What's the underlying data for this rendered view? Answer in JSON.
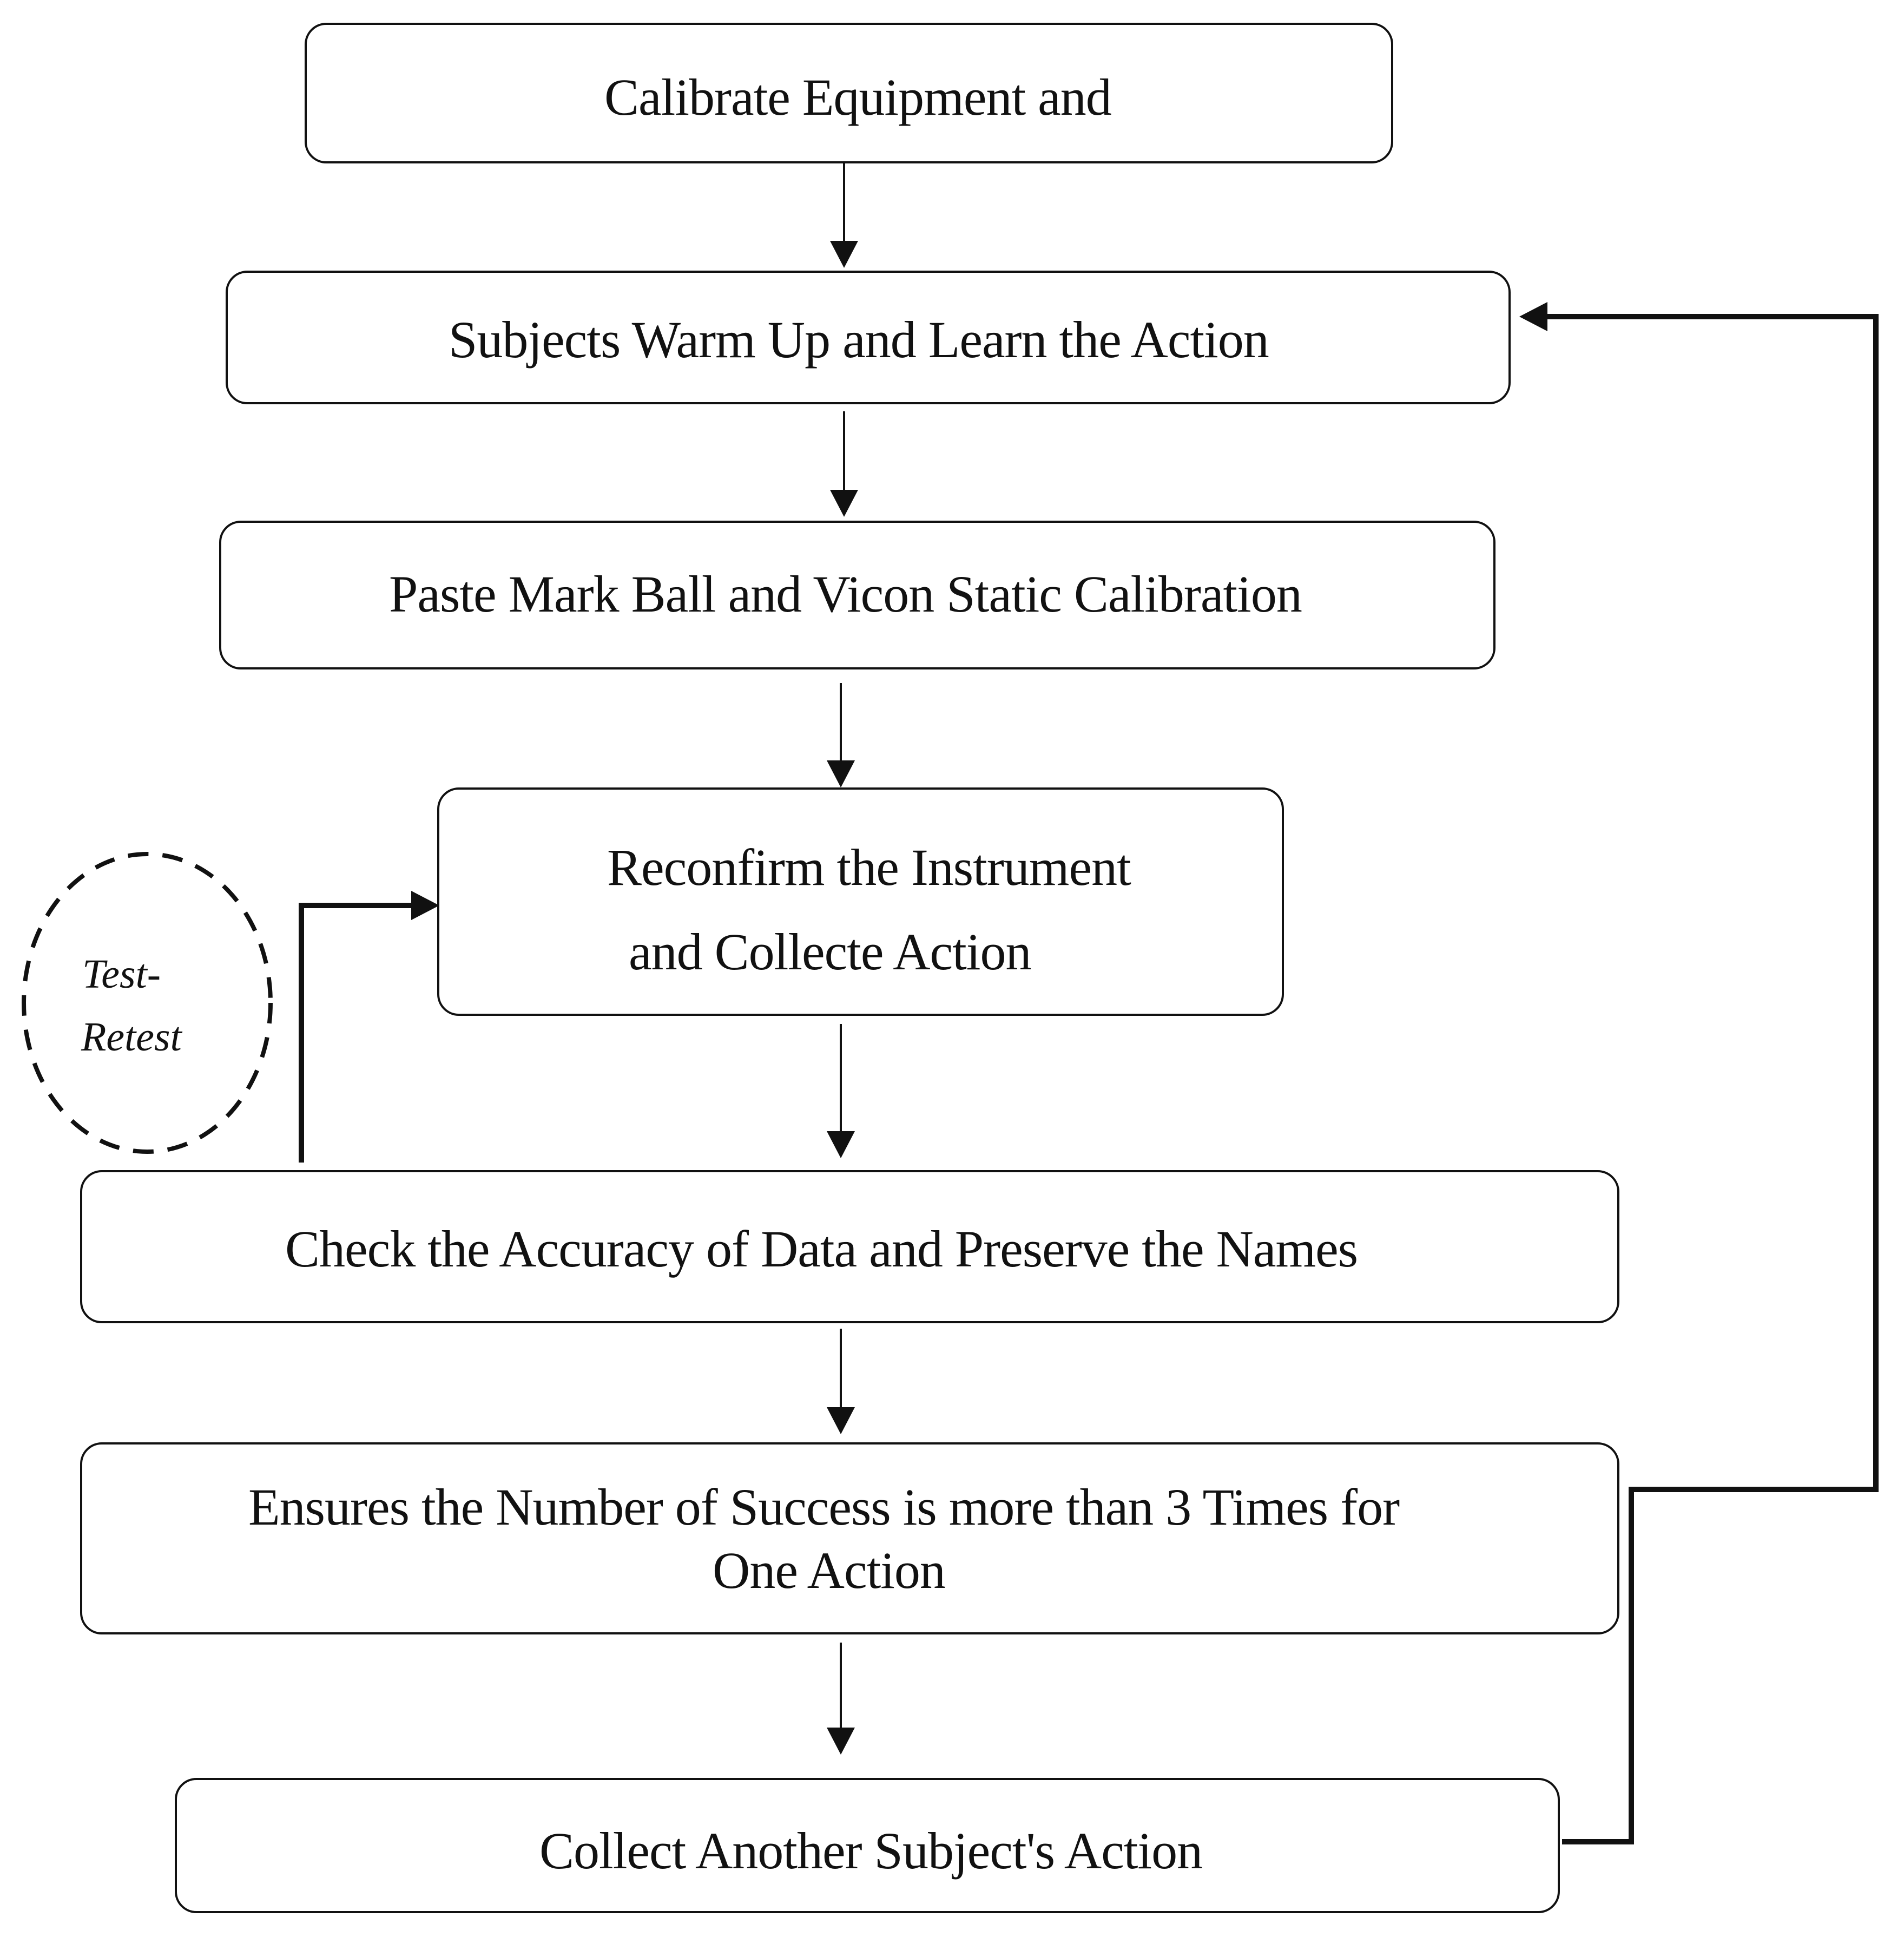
{
  "steps": [
    {
      "id": "calibrate",
      "text": "Calibrate Equipment and"
    },
    {
      "id": "warm-up",
      "text": "Subjects Warm Up and Learn the Action"
    },
    {
      "id": "paste",
      "text": "Paste Mark Ball and Vicon Static Calibration"
    },
    {
      "id": "reconfirm",
      "line1": "Reconfirm the Instrument",
      "line2": "and Collecte Action"
    },
    {
      "id": "check",
      "text": "Check the Accuracy of Data and Preserve the Names"
    },
    {
      "id": "ensures",
      "line1": "Ensures the Number of Success is more than 3 Times for",
      "line2": "One Action"
    },
    {
      "id": "collect",
      "text": "Collect Another Subject's Action"
    }
  ],
  "loop_label": {
    "line1": "Test-",
    "line2": "Retest"
  }
}
